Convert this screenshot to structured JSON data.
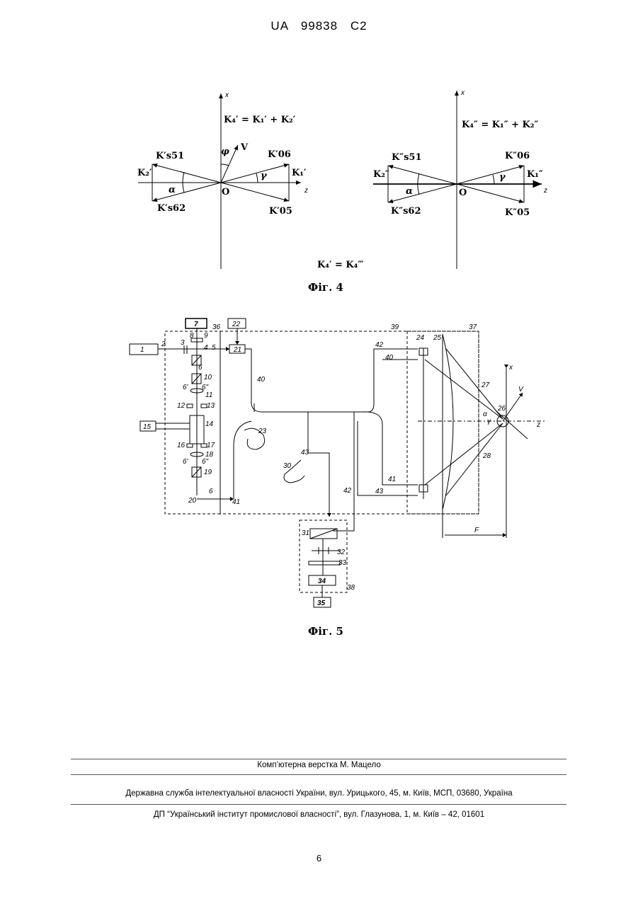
{
  "header": {
    "patent_id": "UA   99838   C2"
  },
  "figure4": {
    "caption": "Фіг. 4",
    "left": {
      "eq": "K₄′ = K₁′ + K₂′",
      "k_s51": "K′s51",
      "k_s62": "K′s62",
      "k_2": "K₂′",
      "k_1": "K₁′",
      "k_06": "K′06",
      "k_05": "K′05",
      "v": "V",
      "phi": "φ",
      "alpha": "α",
      "gamma": "γ",
      "origin": "O",
      "x": "x",
      "z": "z"
    },
    "right": {
      "eq": "K₄″ = K₁″ + K₂″",
      "k_s51": "K″s51",
      "k_s62": "K″s62",
      "k_2": "K₂″",
      "k_1": "K₁″",
      "k_06": "K″06",
      "k_05": "K″05",
      "alpha": "α",
      "gamma": "γ",
      "origin": "O",
      "x": "x",
      "z": "z"
    },
    "bottom_eq": "K₄′ = K₄‴"
  },
  "figure5": {
    "caption": "Фіг. 5",
    "labels": [
      "1",
      "2",
      "3",
      "4",
      "5",
      "6",
      "7",
      "8",
      "9",
      "10",
      "11",
      "12",
      "13",
      "14",
      "15",
      "16",
      "17",
      "18",
      "19",
      "20",
      "21",
      "22",
      "23",
      "24",
      "25",
      "26",
      "27",
      "28",
      "30",
      "31",
      "32",
      "33",
      "34",
      "35",
      "36",
      "37",
      "38",
      "39",
      "40",
      "41",
      "42",
      "43",
      "F",
      "x",
      "z",
      "V",
      "α",
      "γ"
    ]
  },
  "footer": {
    "layout_credit": "Комп’ютерна верстка М. Мацело",
    "agency": "Державна служба інтелектуальної власності України, вул. Урицького, 45, м. Київ, МСП, 03680, Україна",
    "institute": "ДП “Український інститут промислової власності”, вул. Глазунова, 1, м. Київ – 42, 01601"
  },
  "page_number": "6"
}
